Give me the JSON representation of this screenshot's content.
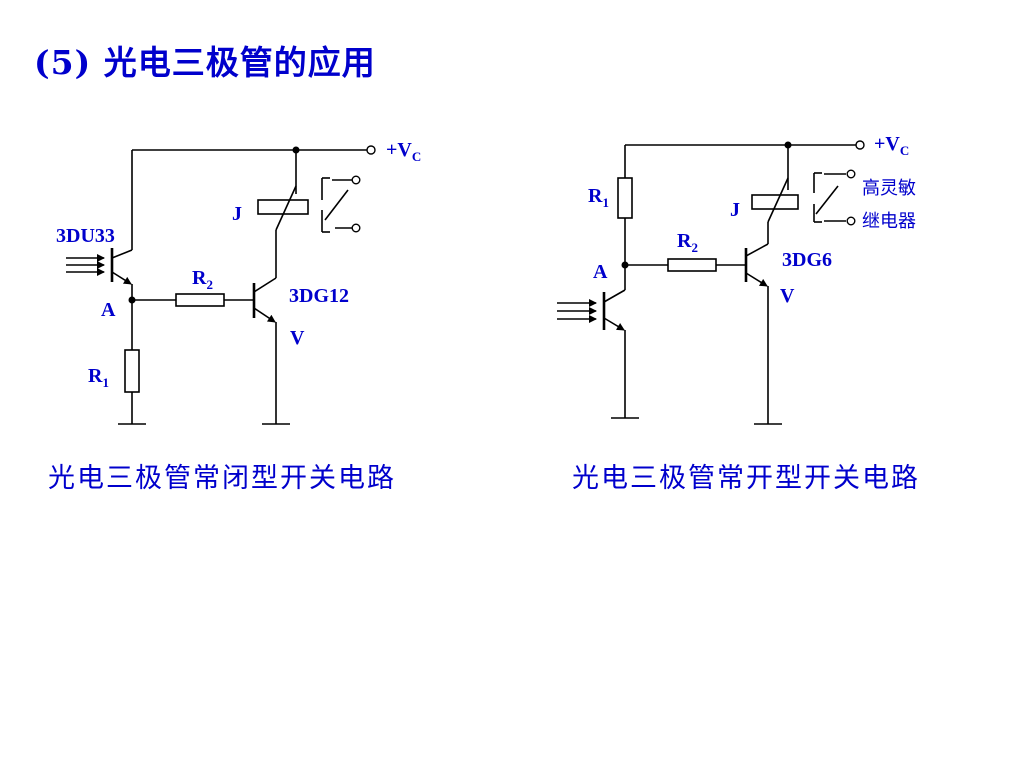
{
  "slide": {
    "title_num": "(5)",
    "title_text": "光电三极管的应用"
  },
  "left_circuit": {
    "caption": "光电三极管常闭型开关电路",
    "vcc": "+V",
    "vcc_sub": "C",
    "relay": "J",
    "phototransistor": "3DU33",
    "node": "A",
    "r2": "R",
    "r2_sub": "2",
    "r1": "R",
    "r1_sub": "1",
    "transistor": "3DG12",
    "transistor_label": "V"
  },
  "right_circuit": {
    "caption": "光电三极管常开型开关电路",
    "vcc": "+V",
    "vcc_sub": "C",
    "relay": "J",
    "relay_desc_1": "高灵敏",
    "relay_desc_2": "继电器",
    "r1": "R",
    "r1_sub": "1",
    "r2": "R",
    "r2_sub": "2",
    "node": "A",
    "transistor": "3DG6",
    "transistor_label": "V"
  }
}
